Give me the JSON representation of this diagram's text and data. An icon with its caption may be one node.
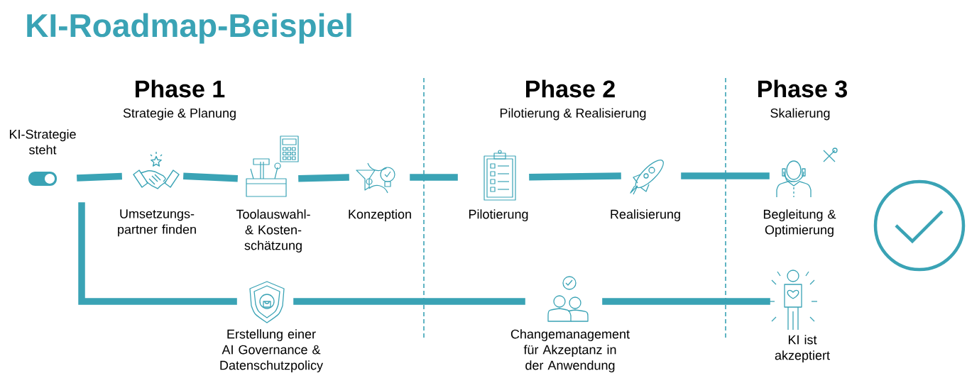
{
  "diagram": {
    "title": "KI-Roadmap-Beispiel",
    "nodes": [
      {
        "text": [
          "KI-Strategie steht"
        ]
      },
      {
        "text": [
          "Umsetzungs- partner finden"
        ]
      },
      {
        "text": [
          "Toolauswahl- & Kosten- schätzung"
        ]
      },
      {
        "text": [
          "Konzeption"
        ]
      },
      {
        "text": [
          "Pilotierung"
        ]
      },
      {
        "text": [
          "Realisierung"
        ]
      },
      {
        "text": [
          "Begleitung & Optimierung"
        ]
      },
      {
        "text": [
          "Erstellung einer AI Governance & Datenschutzpolicy"
        ]
      },
      {
        "text": [
          "Changemanagement für Akzeptanz in der Anwendung"
        ]
      },
      {
        "text": [
          "KI ist akzeptiert"
        ]
      }
    ],
    "edges": [
      {
        "from": 0,
        "to": 1,
        "arrow": "none"
      },
      {
        "from": 1,
        "to": 2,
        "arrow": "none"
      },
      {
        "from": 2,
        "to": 3,
        "arrow": "none"
      },
      {
        "from": 3,
        "to": 4,
        "arrow": "none"
      },
      {
        "from": 4,
        "to": 5,
        "arrow": "none"
      },
      {
        "from": 5,
        "to": 6,
        "arrow": "none"
      },
      {
        "from": 0,
        "to": 7,
        "arrow": "none"
      },
      {
        "from": 7,
        "to": 8,
        "arrow": "none"
      },
      {
        "from": 8,
        "to": 9,
        "arrow": "none"
      }
    ],
    "labels": [
      "Phase 1",
      "Strategie & Planung",
      "Phase 2",
      "Pilotierung & Realisierung",
      "Phase 3",
      "Skalierung"
    ]
  }
}
